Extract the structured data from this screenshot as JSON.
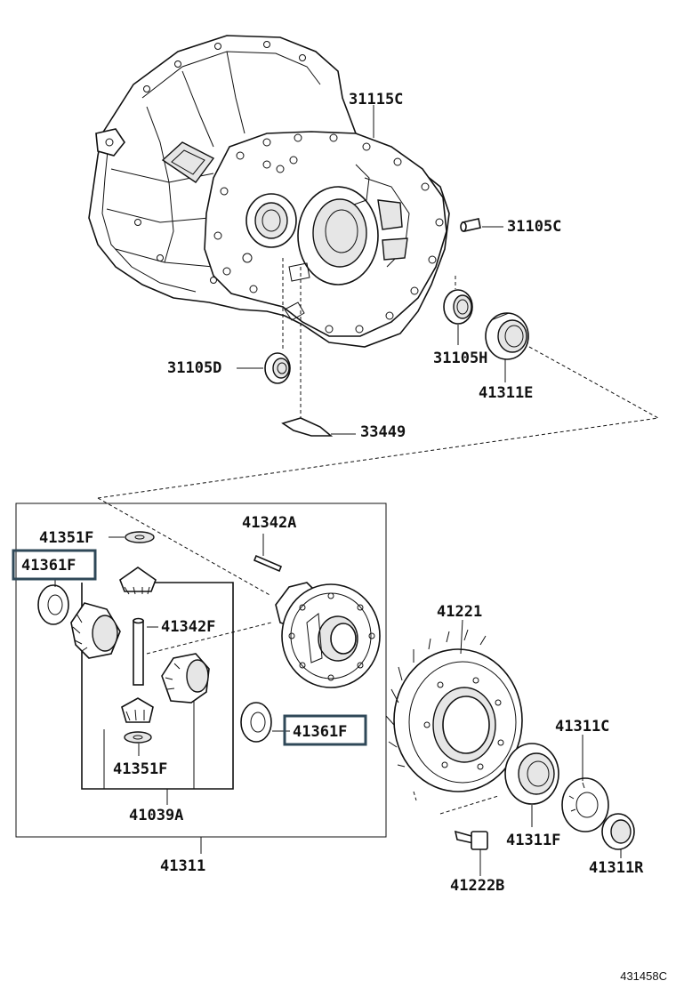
{
  "diagram_id": "431458C",
  "highlight_color": "#2f4858",
  "labels": {
    "p31115C": "31115C",
    "p31105C": "31105C",
    "p31105D": "31105D",
    "p31105H": "31105H",
    "p41311E": "41311E",
    "p33449": "33449",
    "p41351F_top": "41351F",
    "p41342A": "41342A",
    "p41361F_left": "41361F",
    "p41342F": "41342F",
    "p41361F_right": "41361F",
    "p41351F_bottom": "41351F",
    "p41039A": "41039A",
    "p41311": "41311",
    "p41221": "41221",
    "p41311C": "41311C",
    "p41311F": "41311F",
    "p41222B": "41222B",
    "p41311R": "41311R"
  }
}
